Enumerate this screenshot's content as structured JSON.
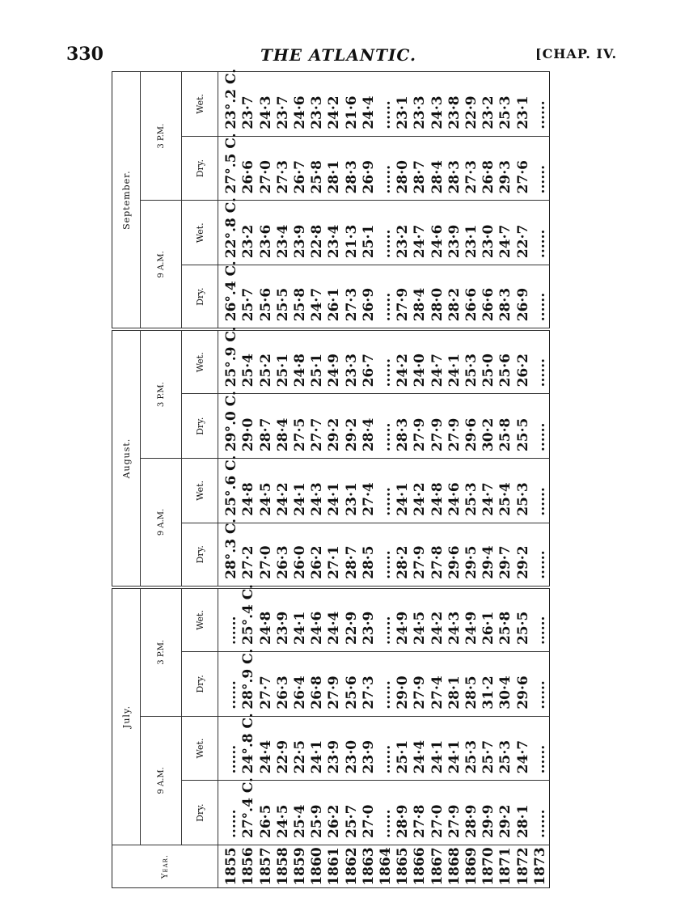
{
  "page": {
    "number": "330",
    "running_head": "THE ATLANTIC.",
    "chapter": "[CHAP. IV."
  },
  "table": {
    "year_header": "Year.",
    "months": [
      "July.",
      "August.",
      "September."
    ],
    "times": [
      "9 A.M.",
      "3 P.M."
    ],
    "kinds": [
      "Dry.",
      "Wet."
    ],
    "years": [
      "1855",
      "1856",
      "1857",
      "1858",
      "1859",
      "1860",
      "1861",
      "1862",
      "1863",
      "1864",
      "1865",
      "1866",
      "1867",
      "1868",
      "1869",
      "1870",
      "1871",
      "1872",
      "1873"
    ],
    "columns": [
      {
        "month": "July",
        "time": "9 A.M.",
        "kind": "Dry",
        "values": [
          "......",
          "27°.4 C.",
          "26·5",
          "24·5",
          "25·4",
          "25·9",
          "26·2",
          "25·7",
          "27·0",
          "......",
          "28·9",
          "27·8",
          "27·0",
          "27·9",
          "28·9",
          "29·9",
          "29·2",
          "28·1",
          "......"
        ]
      },
      {
        "month": "July",
        "time": "9 A.M.",
        "kind": "Wet",
        "values": [
          "......",
          "24°.8 C.",
          "24·4",
          "22·9",
          "22·5",
          "24·1",
          "23·9",
          "23·0",
          "23·9",
          "......",
          "25·1",
          "24·4",
          "24·1",
          "24·1",
          "25·3",
          "25·7",
          "25·3",
          "24·7",
          "......"
        ]
      },
      {
        "month": "July",
        "time": "3 P.M.",
        "kind": "Dry",
        "values": [
          "......",
          "28°.9 C.",
          "27·7",
          "26·3",
          "26·4",
          "26·8",
          "27·9",
          "25·6",
          "27·3",
          "......",
          "29·0",
          "27·9",
          "27·4",
          "28·1",
          "28·5",
          "31·2",
          "30·4",
          "29·6",
          "......"
        ]
      },
      {
        "month": "July",
        "time": "3 P.M.",
        "kind": "Wet",
        "values": [
          "......",
          "25°.4 C.",
          "24·8",
          "23·9",
          "24·1",
          "24·6",
          "24·4",
          "22·9",
          "23·9",
          "......",
          "24·9",
          "24·5",
          "24·2",
          "24·3",
          "24·9",
          "26·1",
          "25·8",
          "25·5",
          "......"
        ]
      },
      {
        "month": "August",
        "time": "9 A.M.",
        "kind": "Dry",
        "values": [
          "28°.3 C.",
          "27·2",
          "27·0",
          "26·3",
          "26·0",
          "26·2",
          "27·1",
          "28·7",
          "28·5",
          "......",
          "28·2",
          "27·9",
          "27·8",
          "29·6",
          "29·5",
          "29·4",
          "29·7",
          "29·2",
          "......"
        ]
      },
      {
        "month": "August",
        "time": "9 A.M.",
        "kind": "Wet",
        "values": [
          "25°.6 C.",
          "24·8",
          "24·5",
          "24·2",
          "24·1",
          "24·3",
          "24·1",
          "23·1",
          "27·4",
          "......",
          "24·1",
          "24·2",
          "24·8",
          "24·6",
          "25·3",
          "24·7",
          "25·4",
          "25·3",
          "......"
        ]
      },
      {
        "month": "August",
        "time": "3 P.M.",
        "kind": "Dry",
        "values": [
          "29°.0 C.",
          "29·0",
          "28·7",
          "28·4",
          "27·5",
          "27·7",
          "29·2",
          "29·2",
          "28·4",
          "......",
          "28·3",
          "27·9",
          "27·9",
          "27·9",
          "29·6",
          "30·2",
          "25·8",
          "25·5",
          "......"
        ]
      },
      {
        "month": "August",
        "time": "3 P.M.",
        "kind": "Wet",
        "values": [
          "25°.9 C.",
          "25·4",
          "25·2",
          "25·1",
          "24·8",
          "25·1",
          "24·9",
          "23·3",
          "26·7",
          "......",
          "24·2",
          "24·0",
          "24·7",
          "24·1",
          "25·3",
          "25·0",
          "25·6",
          "26·2",
          "......"
        ]
      },
      {
        "month": "September",
        "time": "9 A.M.",
        "kind": "Dry",
        "values": [
          "26°.4 C.",
          "25·7",
          "25·6",
          "25·5",
          "25·8",
          "24·7",
          "26·1",
          "27·3",
          "26·9",
          "......",
          "27·9",
          "28·4",
          "28·0",
          "28·2",
          "26·6",
          "26·6",
          "28·3",
          "26·9",
          "......"
        ]
      },
      {
        "month": "September",
        "time": "9 A.M.",
        "kind": "Wet",
        "values": [
          "22°.8 C.",
          "23·2",
          "23·6",
          "23·4",
          "23·9",
          "22·8",
          "23·4",
          "21·3",
          "25·1",
          "......",
          "23·2",
          "24·7",
          "24·6",
          "23·9",
          "23·1",
          "23·0",
          "24·7",
          "22·7",
          "......"
        ]
      },
      {
        "month": "September",
        "time": "3 P.M.",
        "kind": "Dry",
        "values": [
          "27°.5 C.",
          "26·6",
          "27·0",
          "27·3",
          "26·7",
          "25·8",
          "28·1",
          "28·3",
          "26·9",
          "......",
          "28·0",
          "28·7",
          "28·4",
          "28·3",
          "27·3",
          "26·8",
          "29·3",
          "27·6",
          "......"
        ]
      },
      {
        "month": "September",
        "time": "3 P.M.",
        "kind": "Wet",
        "values": [
          "23°.2 C.",
          "23·7",
          "24·3",
          "23·7",
          "24·6",
          "23·3",
          "24·2",
          "21·6",
          "24·4",
          "......",
          "23·1",
          "23·3",
          "24·3",
          "23·8",
          "22·9",
          "23·2",
          "25·3",
          "23·1",
          "......"
        ]
      }
    ]
  }
}
